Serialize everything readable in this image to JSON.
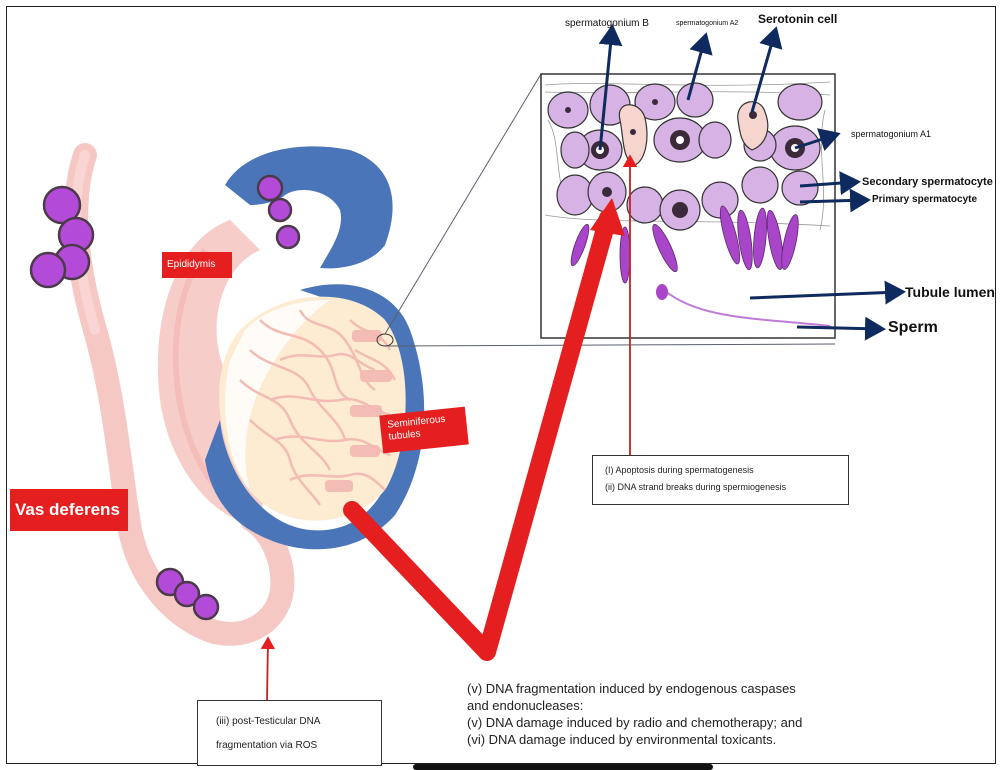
{
  "labels": {
    "spermatogonium_b": "spermatogonium B",
    "spermatogonium_a2": "spermatogonium A2",
    "serotonin_cell": "Serotonin cell",
    "spermatogonium_a1": "spermatogonium A1",
    "secondary_spermatocyte": "Secondary spermatocyte",
    "primary_spermatocyte": "Primary spermatocyte",
    "tubule_lumen": "Tubule lumen",
    "sperm": "Sperm"
  },
  "tags": {
    "epididymis": "Epididymis",
    "seminiferous_1": "Seminiferous",
    "seminiferous_2": "tubules",
    "vas_deferens": "Vas deferens"
  },
  "boxes": {
    "apoptosis_line1": "(I) Apoptosis during spermatogenesis",
    "apoptosis_line2": "(ii) DNA strand breaks during spermiogenesis",
    "post_testicular_line1": "(iii) post-Testicular DNA",
    "post_testicular_line2": "fragmentation via ROS"
  },
  "notes": {
    "line1": "(v) DNA fragmentation induced by endogenous caspases",
    "line2": "and endonucleases:",
    "line3": "(v) DNA damage induced by radio and chemotherapy; and",
    "line4": "(vi) DNA damage induced by environmental toxicants."
  },
  "colors": {
    "tunica_blue": "#4a75b8",
    "epididymis_pink": "#f6c8c4",
    "cell_purple": "#d7b2e4",
    "nucleus_dark": "#3a2a3a",
    "arrow_red": "#e51f1f",
    "label_navy": "#0f2a5e",
    "ros_purple": "#b44bd8"
  }
}
